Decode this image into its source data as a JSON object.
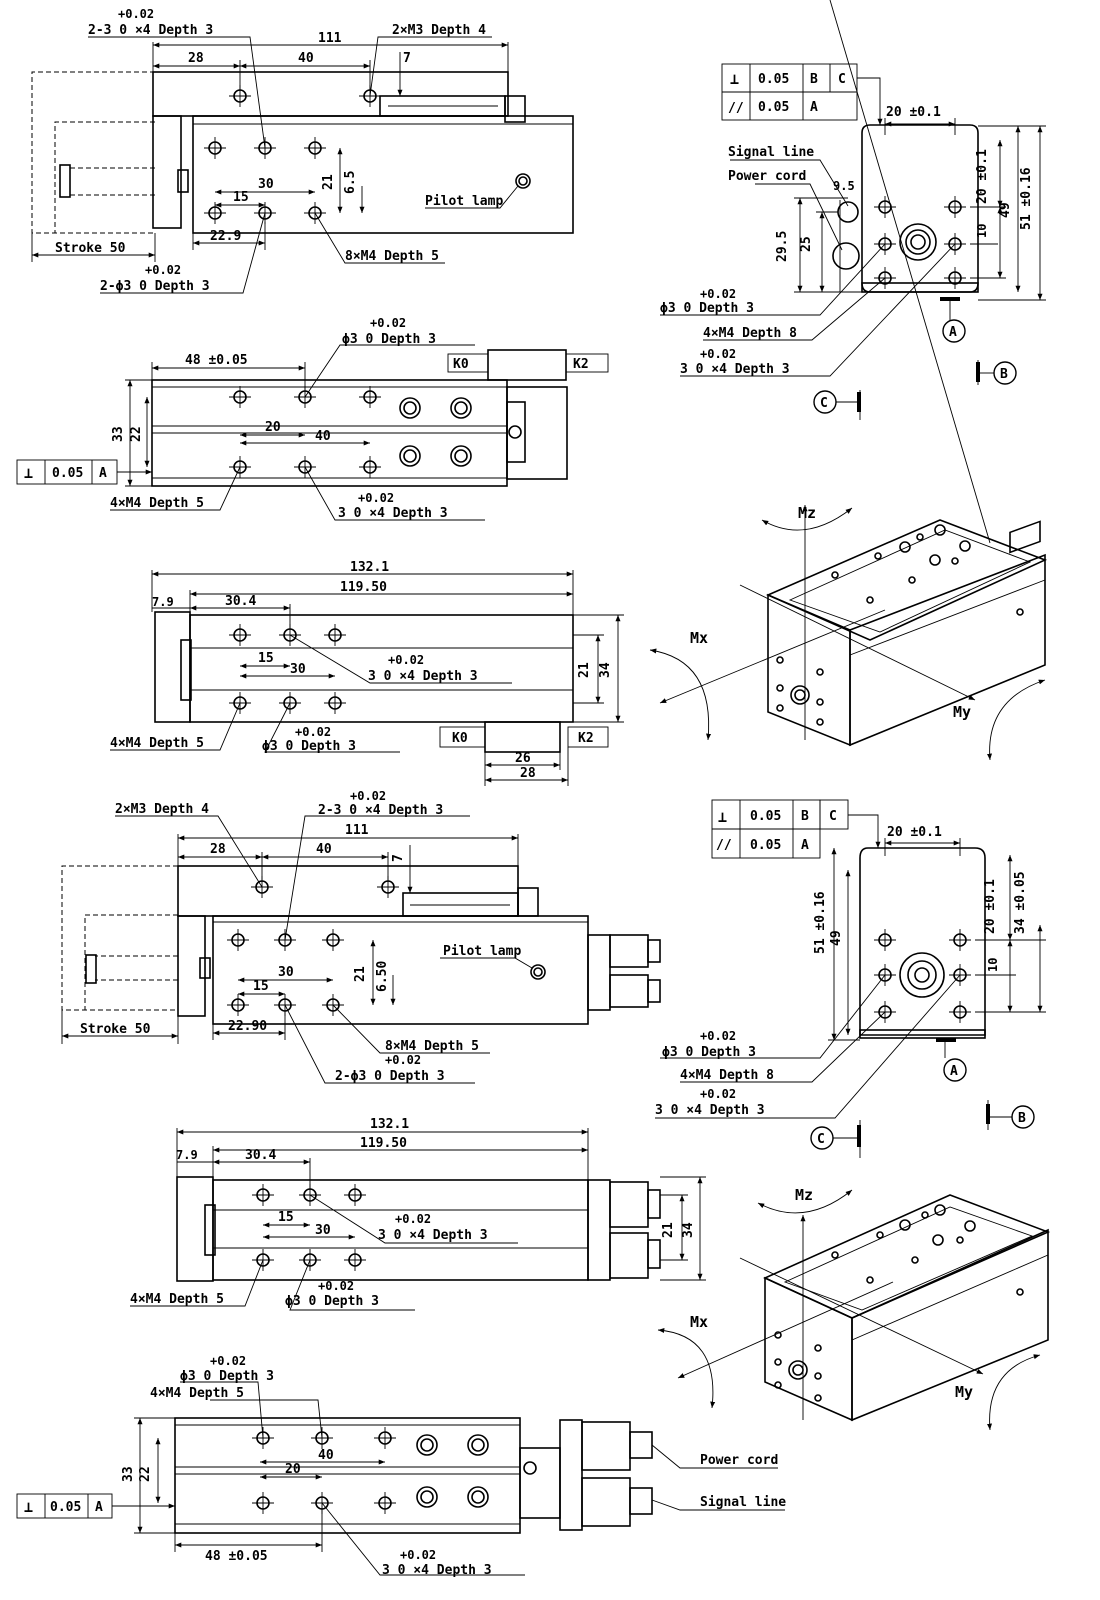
{
  "view1": {
    "tol_plus": "+0.02",
    "label_top_holes": "2-3  0   ×4 Depth 3",
    "label_m3": "2×M3 Depth 4",
    "dim_111": "111",
    "dim_28": "28",
    "dim_40": "40",
    "dim_7": "7",
    "dim_30": "30",
    "dim_15": "15",
    "dim_21": "21",
    "dim_65": "6.5",
    "dim_229": "22.9",
    "pilot_lamp": "Pilot lamp",
    "stroke": "Stroke 50",
    "label_m4": "8×M4 Depth 5",
    "tol_plus_b": "+0.02",
    "label_phi": "2-ϕ3  0   Depth 3"
  },
  "view2": {
    "tol_plus": "+0.02",
    "label_phi": "ϕ3  0    Depth 3",
    "dim_48": "48 ±0.05",
    "k0": "K0",
    "k2": "K2",
    "dim_33": "33",
    "dim_22": "22",
    "dim_20": "20",
    "dim_40": "40",
    "tol_box_sym": "⊥",
    "tol_box_val": "0.05",
    "tol_box_ref": "A",
    "label_m4": "4×M4 Depth 5",
    "tol_plus_b": "+0.02",
    "label_holes": "3  0    ×4 Depth 3"
  },
  "view3": {
    "dim_1321": "132.1",
    "dim_11950": "119.50",
    "dim_79": "7.9",
    "dim_304": "30.4",
    "dim_15": "15",
    "dim_30": "30",
    "tol_plus": "+0.02",
    "label_holes": "3  0    ×4 Depth 3",
    "dim_21": "21",
    "dim_34": "34",
    "label_m4": "4×M4 Depth 5",
    "tol_plus_b": "+0.02",
    "label_phi": "ϕ3  0    Depth 3",
    "k0": "K0",
    "k2": "K2",
    "dim_26": "26",
    "dim_28": "28"
  },
  "end1": {
    "fcf1_sym": "⊥",
    "fcf1_val": "0.05",
    "fcf1_ref1": "B",
    "fcf1_ref2": "C",
    "fcf2_sym": "//",
    "fcf2_val": "0.05",
    "fcf2_ref": "A",
    "dim_20": "20 ±0.1",
    "signal_line": "Signal line",
    "power_cord": "Power cord",
    "dim_95": "9.5",
    "dim_295": "29.5",
    "dim_25": "25",
    "dim_20v": "20 ±0.1",
    "dim_10": "10",
    "dim_49": "49",
    "dim_51": "51 ±0.16",
    "tol_plus": "+0.02",
    "label_phi": "ϕ3  0    Depth 3",
    "label_m4": "4×M4 Depth 8",
    "tol_plus_b": "+0.02",
    "label_holes": "3  0    ×4 Depth 3",
    "datum_a": "A",
    "datum_b": "B",
    "datum_c": "C"
  },
  "iso1": {
    "mz": "Mz",
    "mx": "Mx",
    "my": "My"
  },
  "view4": {
    "label_m3": "2×M3 Depth 4",
    "tol_plus": "+0.02",
    "label_top_holes": "2-3  0   ×4 Depth 3",
    "dim_111": "111",
    "dim_28": "28",
    "dim_40": "40",
    "dim_7": "7",
    "pilot_lamp": "Pilot lamp",
    "dim_30": "30",
    "dim_15": "15",
    "dim_21": "21",
    "dim_650": "6.50",
    "stroke": "Stroke 50",
    "dim_2290": "22.90",
    "label_m4": "8×M4 Depth 5",
    "tol_plus_b": "+0.02",
    "label_phi": "2-ϕ3  0   Depth 3"
  },
  "end2": {
    "fcf1_sym": "⊥",
    "fcf1_val": "0.05",
    "fcf1_ref1": "B",
    "fcf1_ref2": "C",
    "fcf2_sym": "//",
    "fcf2_val": "0.05",
    "fcf2_ref": "A",
    "dim_20": "20 ±0.1",
    "dim_51": "51 ±0.16",
    "dim_49": "49",
    "dim_20v": "20 ±0.1",
    "dim_34": "34 ±0.05",
    "dim_10": "10",
    "tol_plus": "+0.02",
    "label_phi": "ϕ3  0    Depth 3",
    "label_m4": "4×M4 Depth 8",
    "tol_plus_b": "+0.02",
    "label_holes": "3  0    ×4 Depth 3",
    "datum_a": "A",
    "datum_b": "B",
    "datum_c": "C"
  },
  "view5": {
    "dim_1321": "132.1",
    "dim_11950": "119.50",
    "dim_79": "7.9",
    "dim_304": "30.4",
    "dim_15": "15",
    "dim_30": "30",
    "tol_plus": "+0.02",
    "label_holes": "3  0    ×4 Depth 3",
    "dim_21": "21",
    "dim_34": "34",
    "label_m4": "4×M4 Depth 5",
    "tol_plus_b": "+0.02",
    "label_phi": "ϕ3  0    Depth 3"
  },
  "iso2": {
    "mz": "Mz",
    "mx": "Mx",
    "my": "My"
  },
  "view6": {
    "tol_plus": "+0.02",
    "label_phi": "ϕ3  0    Depth 3",
    "label_m4": "4×M4 Depth 5",
    "dim_33": "33",
    "dim_22": "22",
    "dim_40": "40",
    "dim_20": "20",
    "power_cord": "Power cord",
    "signal_line": "Signal line",
    "tol_box_sym": "⊥",
    "tol_box_val": "0.05",
    "tol_box_ref": "A",
    "dim_48": "48 ±0.05",
    "tol_plus_b": "+0.02",
    "label_holes": "3  0    ×4 Depth 3"
  }
}
